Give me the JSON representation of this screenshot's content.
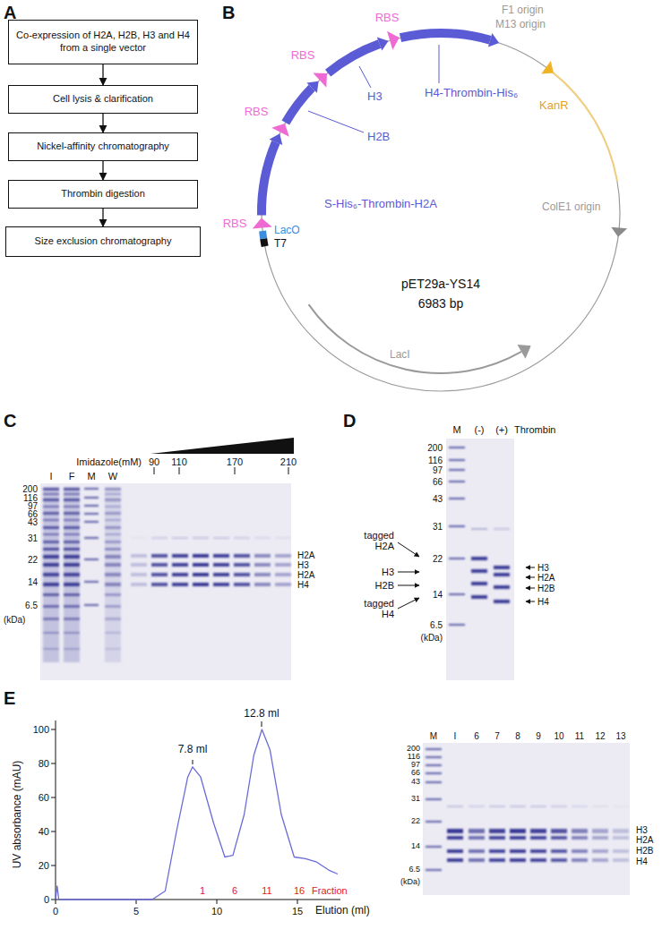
{
  "diagram": {
    "nodes": [
      {
        "text": [
          "Co-expression of H2A, H2B, H3 and H4 from a single vector"
        ]
      },
      {
        "text": [
          "Cell lysis & clarification"
        ]
      },
      {
        "text": [
          "Nickel-affinity chromatography"
        ]
      },
      {
        "text": [
          "Thrombin digestion"
        ]
      },
      {
        "text": [
          "Size exclusion chromatography"
        ]
      }
    ],
    "edges": [
      {
        "from": 0,
        "to": 1,
        "arrow": "to"
      },
      {
        "from": 1,
        "to": 2,
        "arrow": "to"
      },
      {
        "from": 2,
        "to": 3,
        "arrow": "to"
      },
      {
        "from": 3,
        "to": 4,
        "arrow": "to"
      }
    ],
    "labels": [
      "A",
      "B",
      "F1 origin",
      "M13 origin",
      "RBS",
      "H4-Thrombin-His₆",
      "RBS",
      "H3",
      "RBS",
      "H2B",
      "KanR",
      "S-His₆-Thrombin-H2A",
      "ColE1 origin",
      "RBS",
      "LacO",
      "T7",
      "pET29a-YS14",
      "6983 bp",
      "LacI",
      "C",
      "Imidazole(mM)",
      "90",
      "110",
      "170",
      "210",
      "I",
      "F",
      "M",
      "W",
      "200",
      "116",
      "97",
      "66",
      "43",
      "31",
      "22",
      "14",
      "6.5",
      "(kDa)",
      "H2A",
      "H3",
      "H2A",
      "H4",
      "D",
      "M",
      "(-)",
      "(+)",
      "Thrombin",
      "200",
      "116",
      "97",
      "66",
      "43",
      "31",
      "22",
      "14",
      "6.5",
      "(kDa)",
      "tagged H2A",
      "H3",
      "H2B",
      "tagged H4",
      "H3",
      "H2A",
      "H2B",
      "H4",
      "E",
      "12.8 ml",
      "7.8 ml",
      "100",
      "80",
      "60",
      "40",
      "20",
      "0",
      "UV absorbance (mAU)",
      "1",
      "6",
      "11",
      "16",
      "Fraction",
      "0",
      "5",
      "10",
      "15",
      "Elution (ml)",
      "M",
      "I",
      "6",
      "7",
      "8",
      "9",
      "10",
      "11",
      "12",
      "13",
      "200",
      "116",
      "97",
      "66",
      "43",
      "31",
      "22",
      "14",
      "6.5",
      "(kDa)",
      "H3",
      "H2A",
      "H2B",
      "H4"
    ]
  }
}
